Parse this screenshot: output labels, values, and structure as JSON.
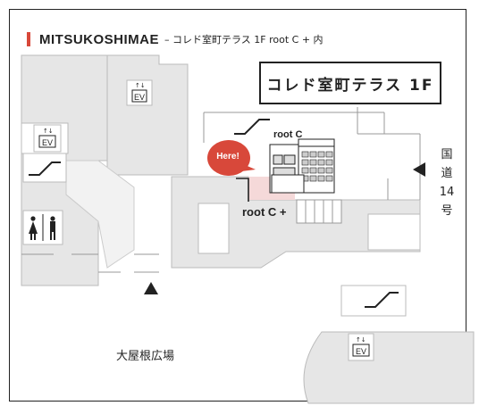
{
  "header": {
    "station": "MITSUKOSHIMAE",
    "subtitle": "– コレド室町テラス 1F  root C + 内"
  },
  "building_label": "コレド室町テラス 1F",
  "store_labels": {
    "top": "root C",
    "front": "root C +"
  },
  "here_label": "Here!",
  "elevator_label": "EV",
  "plaza_label": "大屋根広場",
  "route": {
    "chars": [
      "国",
      "道",
      "14",
      "号"
    ]
  },
  "colors": {
    "building_fill": "#e6e6e6",
    "building_stroke": "#bbbbbb",
    "highlight": "#f5d9d9",
    "pin": "#d8483a",
    "ink": "#222222"
  },
  "icons": [
    "elevator-icon",
    "escalator-icon",
    "restroom-icon",
    "entrance-arrow-icon",
    "here-pin-icon",
    "store-illustration-icon"
  ]
}
